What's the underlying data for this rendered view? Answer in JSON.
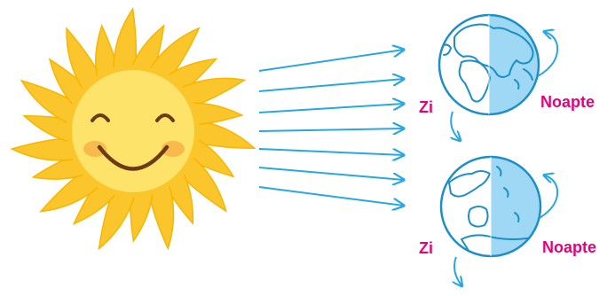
{
  "colors": {
    "sun_outer": "#f7b500",
    "sun_rays": "#fbc62c",
    "sun_face": "#fde36a",
    "sun_cheeks": "#f8a640",
    "face_lines": "#6b3a1a",
    "light_rays": "#29a8df",
    "earth_outline": "#1d8fc8",
    "earth_night": "#9fd8f4",
    "label": "#e6007e"
  },
  "icons": {
    "sun": "smiling-sun-icon",
    "earth_top": "earth-globe-europe-africa-icon",
    "earth_bottom": "earth-globe-asia-australia-icon",
    "rotation": "curved-rotation-arrow-icon"
  },
  "earths": [
    {
      "day_label": "Zi",
      "night_label": "Noapte"
    },
    {
      "day_label": "Zi",
      "night_label": "Noapte"
    }
  ]
}
